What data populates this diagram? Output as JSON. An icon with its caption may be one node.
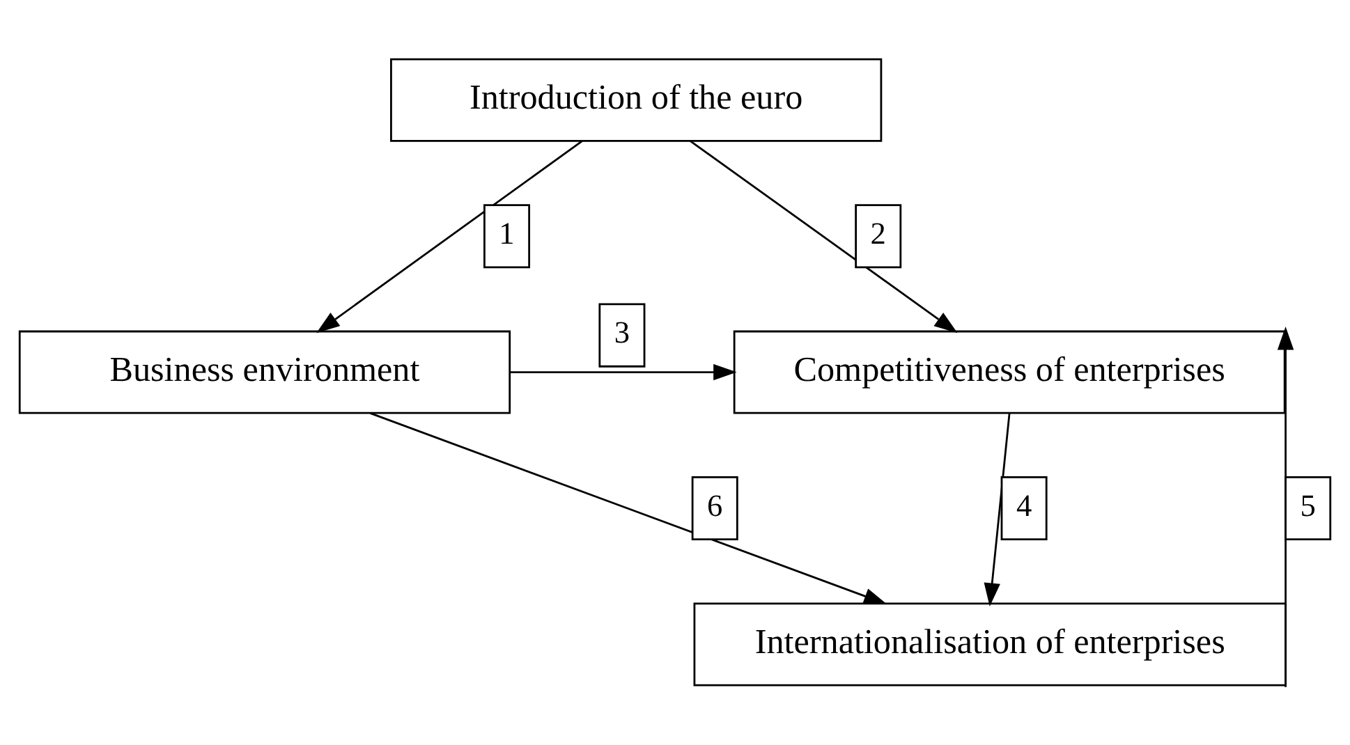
{
  "diagram": {
    "nodes": [
      {
        "text": [
          "Introduction of the euro"
        ]
      },
      {
        "text": [
          "Business environment"
        ]
      },
      {
        "text": [
          "Competitiveness of enterprises"
        ]
      },
      {
        "text": [
          "Internationalisation of enterprises"
        ]
      }
    ],
    "edges": [
      {
        "from": 0,
        "to": 1,
        "arrow": "to",
        "label": "1"
      },
      {
        "from": 0,
        "to": 2,
        "arrow": "to",
        "label": "2"
      },
      {
        "from": 1,
        "to": 2,
        "arrow": "to",
        "label": "3"
      },
      {
        "from": 2,
        "to": 3,
        "arrow": "to",
        "label": "4"
      },
      {
        "from": 3,
        "to": 2,
        "arrow": "to",
        "label": "5"
      },
      {
        "from": 1,
        "to": 3,
        "arrow": "to",
        "label": "6"
      }
    ]
  }
}
